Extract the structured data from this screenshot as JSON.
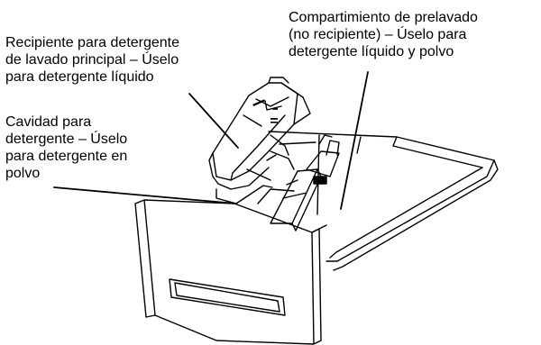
{
  "callouts": {
    "main_wash_container": {
      "lines": [
        "Recipiente para detergente",
        "de lavado principal – Úselo",
        "para detergente líquido"
      ]
    },
    "detergent_cavity": {
      "lines": [
        "Cavidad para",
        "detergente – Úselo",
        "para detergente en",
        "polvo"
      ]
    },
    "prewash_compartment": {
      "lines": [
        "Compartimiento de prelavado",
        "(no recipiente) – Úselo para",
        "detergente líquido y polvo"
      ]
    }
  },
  "colors": {
    "line": "#000000",
    "background": "#ffffff"
  }
}
